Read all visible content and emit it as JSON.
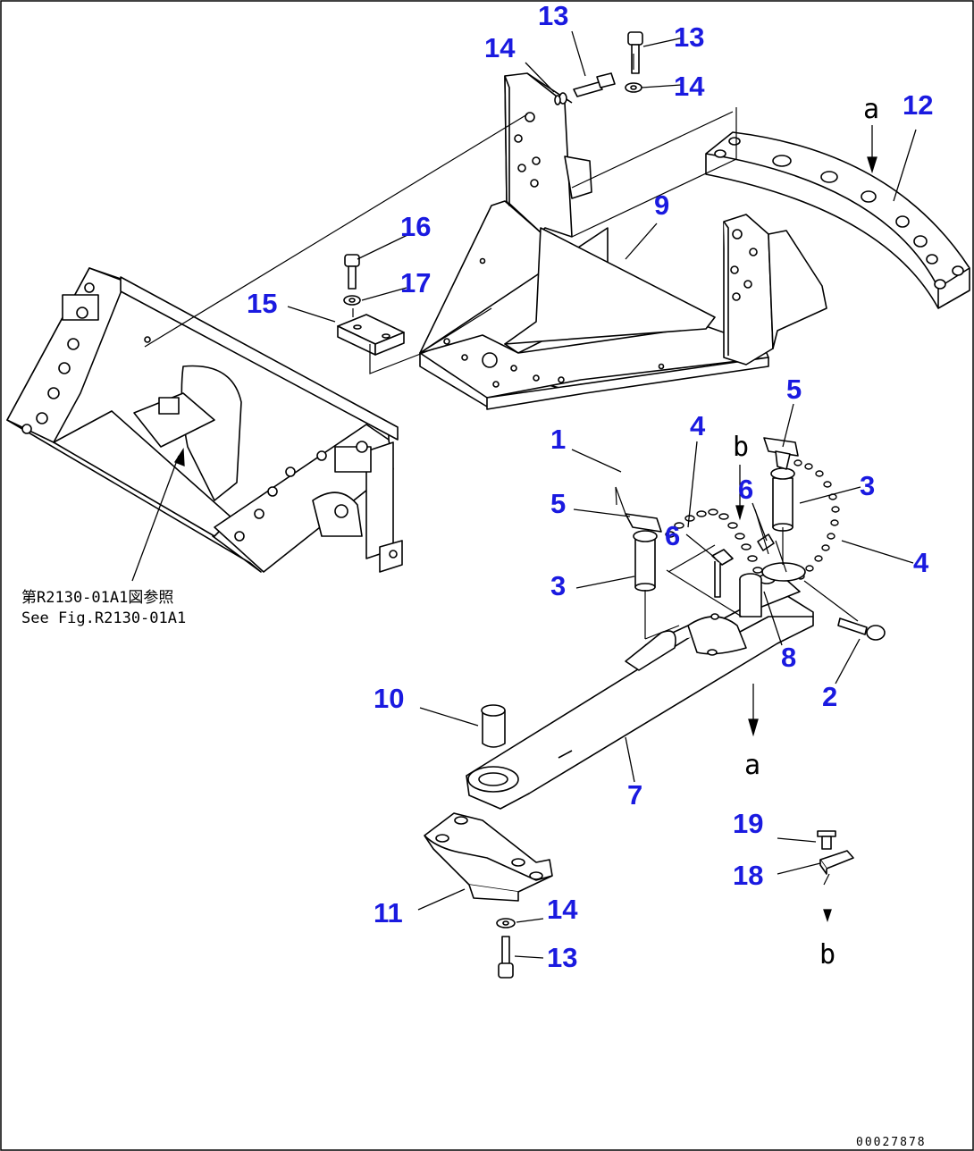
{
  "callouts": [
    {
      "id": "c13a",
      "text": "13"
    },
    {
      "id": "c13b",
      "text": "13"
    },
    {
      "id": "c14a",
      "text": "14"
    },
    {
      "id": "c14b",
      "text": "14"
    },
    {
      "id": "c12",
      "text": "12"
    },
    {
      "id": "c9",
      "text": "9"
    },
    {
      "id": "c16",
      "text": "16"
    },
    {
      "id": "c17",
      "text": "17"
    },
    {
      "id": "c15",
      "text": "15"
    },
    {
      "id": "c1",
      "text": "1"
    },
    {
      "id": "c4a",
      "text": "4"
    },
    {
      "id": "c5a",
      "text": "5"
    },
    {
      "id": "c5b",
      "text": "5"
    },
    {
      "id": "c6a",
      "text": "6"
    },
    {
      "id": "c6b",
      "text": "6"
    },
    {
      "id": "c3a",
      "text": "3"
    },
    {
      "id": "c3b",
      "text": "3"
    },
    {
      "id": "c4b",
      "text": "4"
    },
    {
      "id": "c8",
      "text": "8"
    },
    {
      "id": "c2",
      "text": "2"
    },
    {
      "id": "c10",
      "text": "10"
    },
    {
      "id": "c7",
      "text": "7"
    },
    {
      "id": "c19",
      "text": "19"
    },
    {
      "id": "c18",
      "text": "18"
    },
    {
      "id": "c11",
      "text": "11"
    },
    {
      "id": "c14c",
      "text": "14"
    },
    {
      "id": "c13c",
      "text": "13"
    }
  ],
  "reference_letters": {
    "a_top": "a",
    "a_bottom": "a",
    "b_top": "b",
    "b_bottom": "b"
  },
  "reference_note": {
    "line_jp": "第R2130-01A1図参照",
    "line_en": "See Fig.R2130-01A1"
  },
  "document_id": "00027878"
}
